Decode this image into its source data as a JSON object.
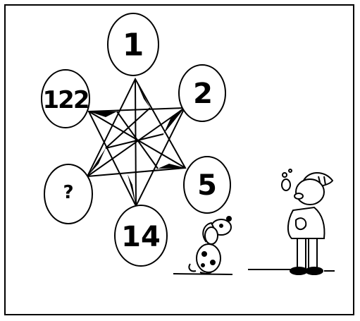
{
  "puzzle": {
    "circles": [
      {
        "id": "top",
        "label": "1"
      },
      {
        "id": "upper-right",
        "label": "2"
      },
      {
        "id": "lower-right",
        "label": "5"
      },
      {
        "id": "bottom",
        "label": "14"
      },
      {
        "id": "lower-left",
        "label": "?"
      },
      {
        "id": "upper-left",
        "label": "122"
      }
    ],
    "colors": {
      "ink": "#000000",
      "paper": "#ffffff"
    }
  }
}
